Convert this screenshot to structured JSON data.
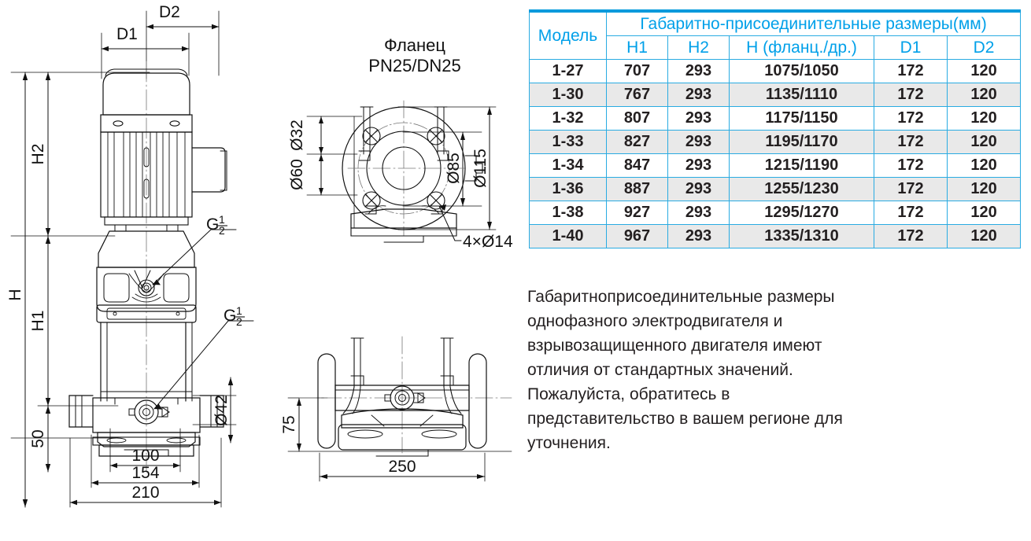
{
  "table": {
    "top_header": {
      "model": "Модель",
      "group": "Габаритно-присоединительные размеры(мм)"
    },
    "columns": [
      "H1",
      "H2",
      "H (фланц./др.)",
      "D1",
      "D2"
    ],
    "rows": [
      {
        "model": "1-27",
        "h1": "707",
        "h2": "293",
        "h": "1075/1050",
        "d1": "172",
        "d2": "120"
      },
      {
        "model": "1-30",
        "h1": "767",
        "h2": "293",
        "h": "1135/1110",
        "d1": "172",
        "d2": "120"
      },
      {
        "model": "1-32",
        "h1": "807",
        "h2": "293",
        "h": "1175/1150",
        "d1": "172",
        "d2": "120"
      },
      {
        "model": "1-33",
        "h1": "827",
        "h2": "293",
        "h": "1195/1170",
        "d1": "172",
        "d2": "120"
      },
      {
        "model": "1-34",
        "h1": "847",
        "h2": "293",
        "h": "1215/1190",
        "d1": "172",
        "d2": "120"
      },
      {
        "model": "1-36",
        "h1": "887",
        "h2": "293",
        "h": "1255/1230",
        "d1": "172",
        "d2": "120"
      },
      {
        "model": "1-38",
        "h1": "927",
        "h2": "293",
        "h": "1295/1270",
        "d1": "172",
        "d2": "120"
      },
      {
        "model": "1-40",
        "h1": "967",
        "h2": "293",
        "h": "1335/1310",
        "d1": "172",
        "d2": "120"
      }
    ]
  },
  "note": "Габаритноприсоединительные размеры\nоднофазного электродвигателя и\nвзрывозащищенного двигателя имеют\nотличия от стандартных значений.\nПожалуйста, обратитесь в\nпредставительство в  вашем регионе  для\nуточнения.",
  "drawing": {
    "flange_title_line1": "Фланец",
    "flange_title_line2": "PN25/DN25",
    "labels": {
      "d1": "D1",
      "d2": "D2",
      "h": "H",
      "h1": "H1",
      "h2": "H2",
      "fifty": "50",
      "d42": "Ø42",
      "w100": "100",
      "w154": "154",
      "w210": "210",
      "g_half_top": "G",
      "g_half_bottom": "G",
      "g_num": "1",
      "g_den": "2",
      "d32": "Ø32",
      "d60": "Ø60",
      "d85": "Ø85",
      "d115": "Ø115",
      "holes": "4×Ø14",
      "h75": "75",
      "w250": "250"
    }
  },
  "colors": {
    "accent_blue": "#00A0E9",
    "border_blue": "#29ABE2",
    "row_alt": "#e9e9e9",
    "text_dark": "#231f20",
    "line": "#111111"
  }
}
